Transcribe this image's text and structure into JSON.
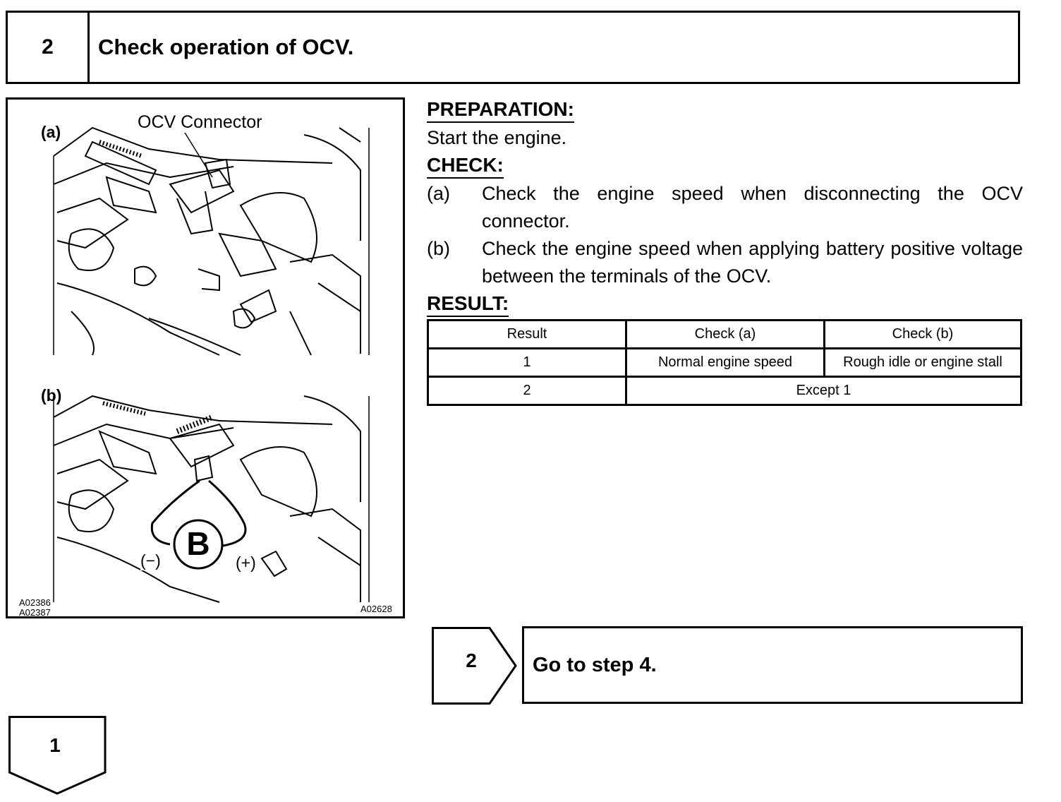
{
  "step": {
    "number": "2",
    "title": "Check operation of OCV."
  },
  "figure": {
    "label_a": "(a)",
    "label_b": "(b)",
    "connector_label": "OCV Connector",
    "battery_label": "B",
    "minus_label": "(−)",
    "plus_label": "(+)",
    "code_left_1": "A02386",
    "code_left_2": "A02387",
    "code_right": "A02628"
  },
  "preparation": {
    "heading": "PREPARATION:",
    "text": "Start the engine."
  },
  "check": {
    "heading": "CHECK:",
    "items": [
      {
        "label": "(a)",
        "text": "Check the engine speed when disconnecting the OCV connector."
      },
      {
        "label": "(b)",
        "text": "Check the engine speed when applying battery positive voltage between the terminals of the OCV."
      }
    ]
  },
  "result": {
    "heading": "RESULT:",
    "headers": [
      "Result",
      "Check (a)",
      "Check (b)"
    ],
    "rows": [
      [
        "1",
        "Normal engine speed",
        "Rough idle or engine stall"
      ],
      [
        "2",
        "Except 1"
      ]
    ]
  },
  "goto": {
    "number": "2",
    "text": "Go to step 4."
  },
  "next": {
    "number": "1"
  }
}
